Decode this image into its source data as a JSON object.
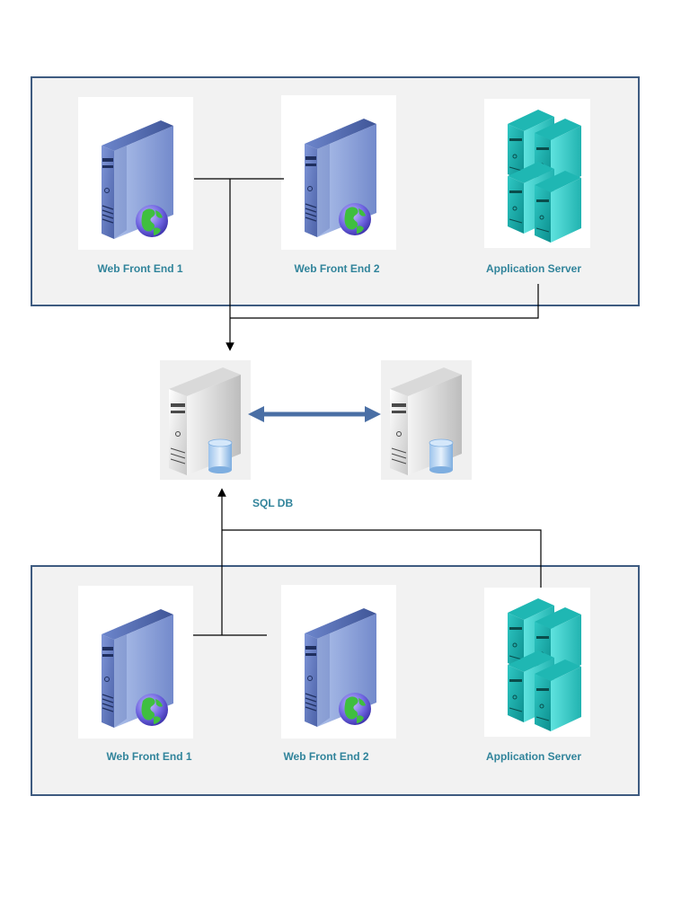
{
  "farms": [
    {
      "id": "top",
      "servers": [
        {
          "label": "Web Front End 1",
          "icon": "web-server-icon"
        },
        {
          "label": "Web Front End 2",
          "icon": "web-server-icon"
        },
        {
          "label": "Application Server",
          "icon": "application-server-icon"
        }
      ]
    },
    {
      "id": "bottom",
      "servers": [
        {
          "label": "Web Front End 1",
          "icon": "web-server-icon"
        },
        {
          "label": "Web Front End 2",
          "icon": "web-server-icon"
        },
        {
          "label": "Application Server",
          "icon": "application-server-icon"
        }
      ]
    }
  ],
  "database": {
    "label": "SQL DB",
    "icons": [
      "database-server-icon",
      "database-server-icon"
    ],
    "link": "bidirectional"
  },
  "colors": {
    "farm_border": "#3e5b80",
    "farm_background": "#f2f2f2",
    "label_text": "#31849b",
    "replication_arrow": "#4a6fa5",
    "connector": "#000000"
  }
}
